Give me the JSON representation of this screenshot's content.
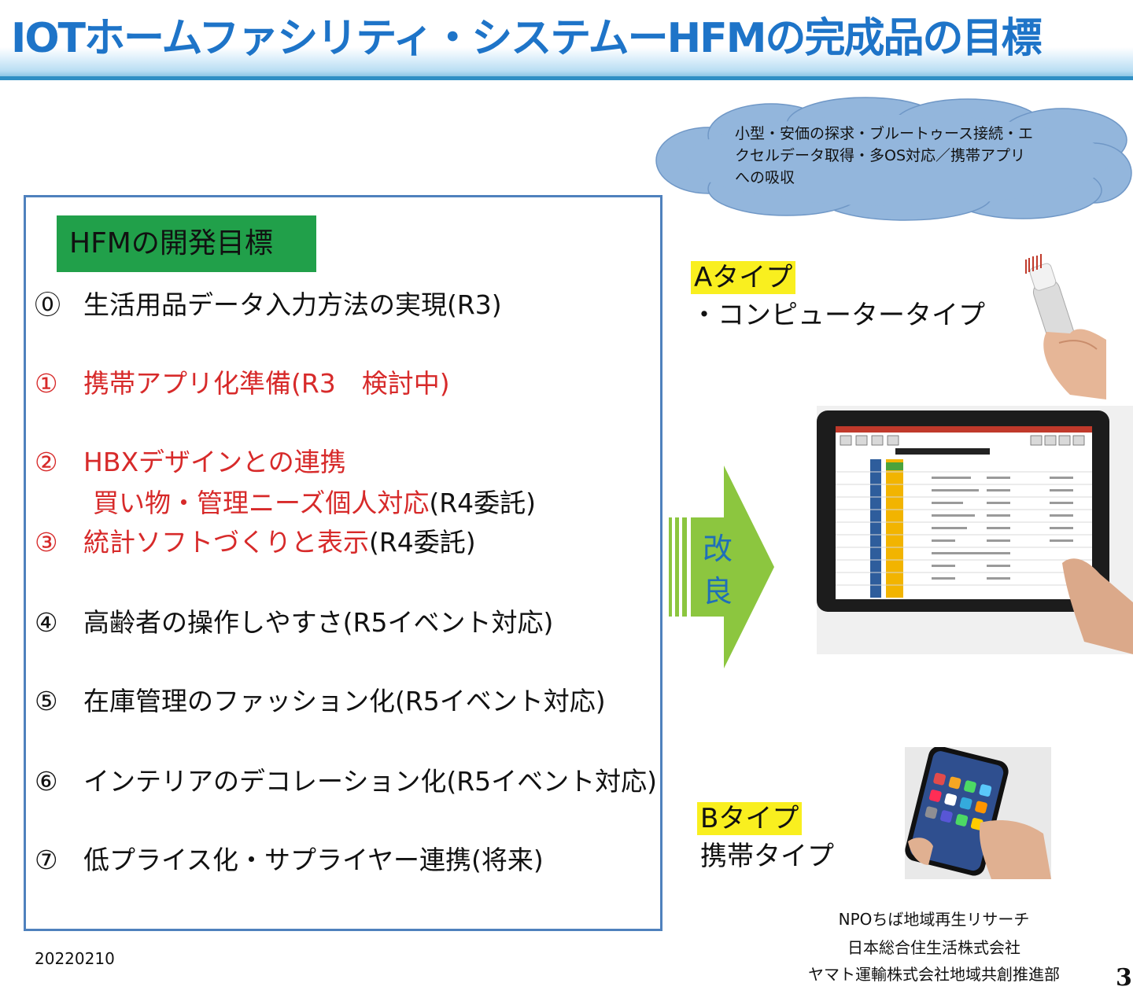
{
  "title": "IOTホームファシリティ・システムーHFMの完成品の目標",
  "cloud_text": "小型・安価の探求・ブルートゥース接続・エクセルデータ取得・多OS対応／携帯アプリへの吸収",
  "goals": {
    "heading": "HFMの開発目標",
    "items": [
      {
        "num": "⓪",
        "text": "生活用品データ入力方法の実現(R3)"
      },
      {
        "num": "①",
        "text": "携帯アプリ化準備(R3　検討中)"
      },
      {
        "num": "②",
        "text": "HBXデザインとの連携"
      },
      {
        "sub_red": "買い物・管理ニーズ個人対応",
        "sub_black": "(R4委託)"
      },
      {
        "num": "③",
        "text_red": "統計ソフトづくりと表示",
        "text_black": "(R4委託)"
      },
      {
        "num": "④",
        "text": "高齢者の操作しやすさ(R5イベント対応)"
      },
      {
        "num": "⑤",
        "text": "在庫管理のファッション化(R5イベント対応)"
      },
      {
        "num": "⑥",
        "text": "インテリアのデコレーション化(R5イベント対応)"
      },
      {
        "num": "⑦",
        "text": "低プライス化・サプライヤー連携(将来)"
      }
    ]
  },
  "arrow_label": [
    "改",
    "良"
  ],
  "type_a": {
    "tag": "Aタイプ",
    "desc": "・コンピュータータイプ"
  },
  "type_b": {
    "tag": "Bタイプ",
    "desc": "携帯タイプ"
  },
  "footer_orgs": [
    "NPOちば地域再生リサーチ",
    "日本総合住生活株式会社",
    "ヤマト運輸株式会社地域共創推進部"
  ],
  "date": "20220210",
  "page_number": "3",
  "colors": {
    "title": "#1e74c8",
    "heading_bg": "#21a04a",
    "red_text": "#d72a2a",
    "box_border": "#4f81bd",
    "arrow": "#8cc63f",
    "tag_bg": "#f9ef1f",
    "cloud": "#93b6dc"
  },
  "images": {
    "scanner": "hand-held-barcode-scanner-image",
    "tablet": "tablet-inventory-app-image",
    "phone": "smartphone-in-hand-image"
  }
}
